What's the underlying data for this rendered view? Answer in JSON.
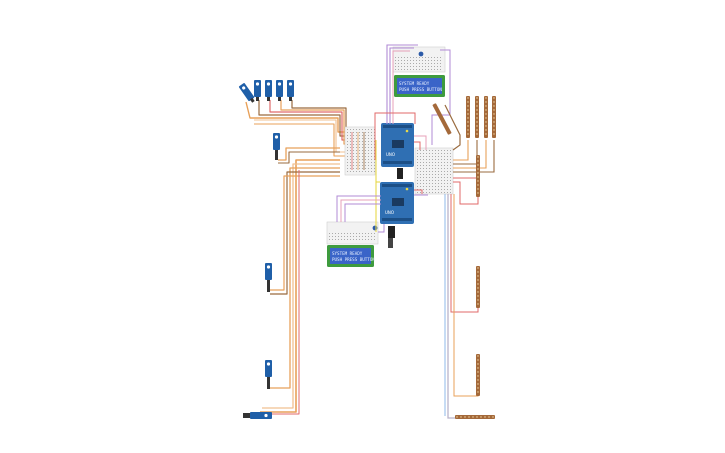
{
  "diagram": {
    "title": "",
    "lcd_top": {
      "line1": "SYSTEM READY",
      "line2": "PUSH PRESS BUTTON"
    },
    "lcd_bottom": {
      "line1": "SYSTEM READY",
      "line2": "PUSH PRESS BUTTON"
    },
    "arduino_top": {
      "label": "UNO"
    },
    "arduino_bottom": {
      "label": "UNO"
    },
    "colors": {
      "wire_orange": "#e8a15a",
      "wire_brown": "#9a6b3f",
      "wire_red": "#e06a6a",
      "wire_purple": "#b18bd6",
      "wire_pink": "#e7a0b8",
      "wire_yellow": "#e8d84a",
      "wire_blue": "#8fb8e8",
      "wire_grey": "#b9b3c9",
      "board_blue": "#2f6fb3",
      "lcd_green": "#3e9b3e",
      "lcd_screen": "#3a64c8",
      "servo_blue": "#1f5fa8",
      "strip_brown": "#a4693a"
    }
  }
}
